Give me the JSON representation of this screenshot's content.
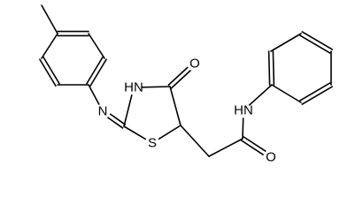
{
  "molecule": {
    "colors": {
      "bond": "#000000",
      "label": "#000000",
      "background": "#ffffff"
    },
    "atoms": [
      {
        "id": "ethyl_ch3",
        "label": ""
      },
      {
        "id": "ethyl_ch2",
        "label": ""
      },
      {
        "id": "ar1_c1",
        "label": ""
      },
      {
        "id": "ar1_c2",
        "label": ""
      },
      {
        "id": "ar1_c3",
        "label": ""
      },
      {
        "id": "ar1_c4",
        "label": ""
      },
      {
        "id": "ar1_c5",
        "label": ""
      },
      {
        "id": "ar1_c6",
        "label": ""
      },
      {
        "id": "imine_n",
        "label": "N"
      },
      {
        "id": "ring_c2",
        "label": ""
      },
      {
        "id": "ring_n3",
        "label": "HN"
      },
      {
        "id": "ring_c4",
        "label": ""
      },
      {
        "id": "keto_o",
        "label": "O"
      },
      {
        "id": "ring_c5",
        "label": ""
      },
      {
        "id": "ring_s1",
        "label": "S"
      },
      {
        "id": "ch2_link",
        "label": ""
      },
      {
        "id": "amide_c",
        "label": ""
      },
      {
        "id": "amide_o",
        "label": "O"
      },
      {
        "id": "amide_n",
        "label": "HN"
      },
      {
        "id": "ph_c1",
        "label": ""
      },
      {
        "id": "ph_c2",
        "label": ""
      },
      {
        "id": "ph_c3",
        "label": ""
      },
      {
        "id": "ph_c4",
        "label": ""
      },
      {
        "id": "ph_c5",
        "label": ""
      },
      {
        "id": "ph_c6",
        "label": ""
      }
    ],
    "bonds": [
      {
        "a": "ethyl_ch3",
        "b": "ethyl_ch2",
        "order": 1
      },
      {
        "a": "ethyl_ch2",
        "b": "ar1_c1",
        "order": 1
      },
      {
        "a": "ar1_c1",
        "b": "ar1_c2",
        "order": 2
      },
      {
        "a": "ar1_c2",
        "b": "ar1_c3",
        "order": 1
      },
      {
        "a": "ar1_c3",
        "b": "ar1_c4",
        "order": 2
      },
      {
        "a": "ar1_c4",
        "b": "ar1_c5",
        "order": 1
      },
      {
        "a": "ar1_c5",
        "b": "ar1_c6",
        "order": 2
      },
      {
        "a": "ar1_c6",
        "b": "ar1_c1",
        "order": 1
      },
      {
        "a": "ar1_c4",
        "b": "imine_n",
        "order": 1
      },
      {
        "a": "imine_n",
        "b": "ring_c2",
        "order": 2
      },
      {
        "a": "ring_c2",
        "b": "ring_n3",
        "order": 1
      },
      {
        "a": "ring_n3",
        "b": "ring_c4",
        "order": 1
      },
      {
        "a": "ring_c4",
        "b": "keto_o",
        "order": 2
      },
      {
        "a": "ring_c4",
        "b": "ring_c5",
        "order": 1
      },
      {
        "a": "ring_c5",
        "b": "ring_s1",
        "order": 1
      },
      {
        "a": "ring_s1",
        "b": "ring_c2",
        "order": 1
      },
      {
        "a": "ring_c5",
        "b": "ch2_link",
        "order": 1
      },
      {
        "a": "ch2_link",
        "b": "amide_c",
        "order": 1
      },
      {
        "a": "amide_c",
        "b": "amide_o",
        "order": 2
      },
      {
        "a": "amide_c",
        "b": "amide_n",
        "order": 1
      },
      {
        "a": "amide_n",
        "b": "ph_c1",
        "order": 1
      },
      {
        "a": "ph_c1",
        "b": "ph_c2",
        "order": 2
      },
      {
        "a": "ph_c2",
        "b": "ph_c3",
        "order": 1
      },
      {
        "a": "ph_c3",
        "b": "ph_c4",
        "order": 2
      },
      {
        "a": "ph_c4",
        "b": "ph_c5",
        "order": 1
      },
      {
        "a": "ph_c5",
        "b": "ph_c6",
        "order": 2
      },
      {
        "a": "ph_c6",
        "b": "ph_c1",
        "order": 1
      }
    ]
  }
}
